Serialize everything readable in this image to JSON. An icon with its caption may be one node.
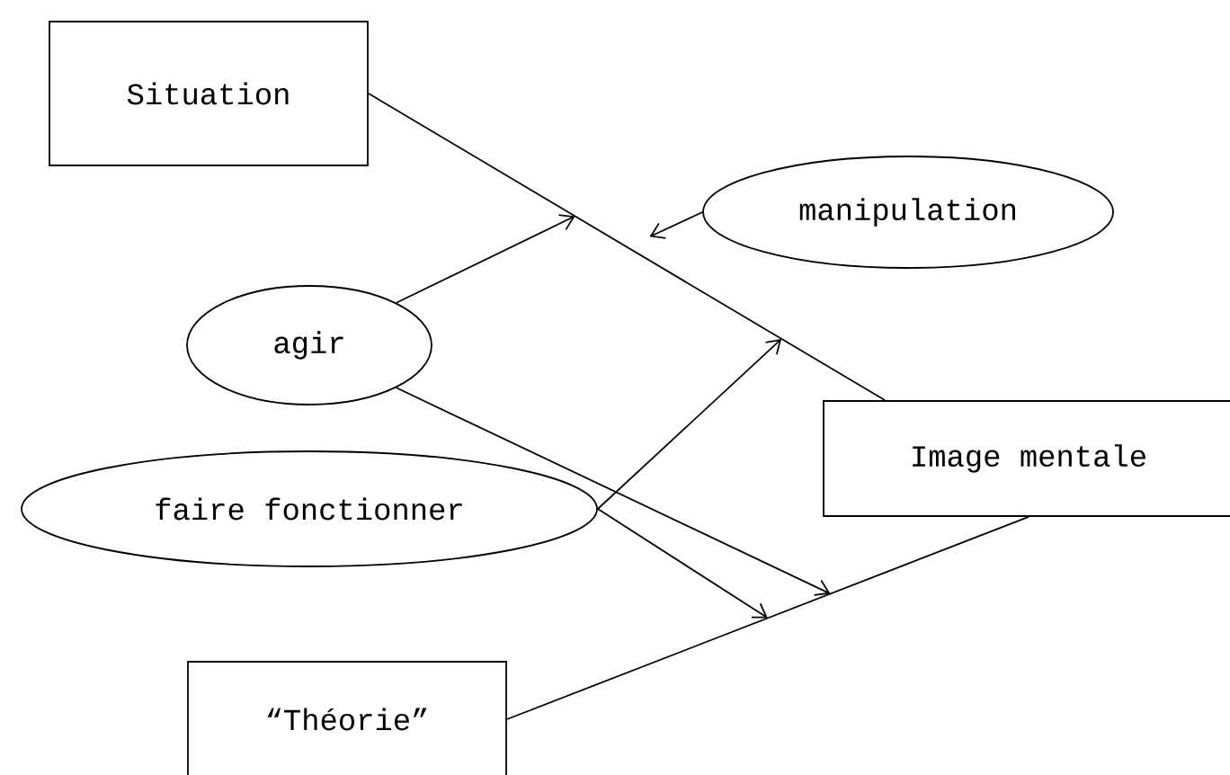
{
  "diagram": {
    "nodes": [
      {
        "text": [
          "Situation"
        ]
      },
      {
        "text": [
          "manipulation"
        ]
      },
      {
        "text": [
          "agir"
        ]
      },
      {
        "text": [
          "Image mentale"
        ]
      },
      {
        "text": [
          "faire fonctionner"
        ]
      },
      {
        "text": [
          "“Théorie”"
        ]
      }
    ],
    "edges": [
      {
        "from": 0,
        "to": 3,
        "arrow": "none"
      },
      {
        "from": 5,
        "to": 3,
        "arrow": "none"
      },
      {
        "from": 2,
        "to": null,
        "arrow": "to"
      },
      {
        "from": 2,
        "to": null,
        "arrow": "to"
      },
      {
        "from": 4,
        "to": null,
        "arrow": "to"
      },
      {
        "from": 4,
        "to": null,
        "arrow": "to"
      },
      {
        "from": 1,
        "to": null,
        "arrow": "to"
      }
    ]
  }
}
